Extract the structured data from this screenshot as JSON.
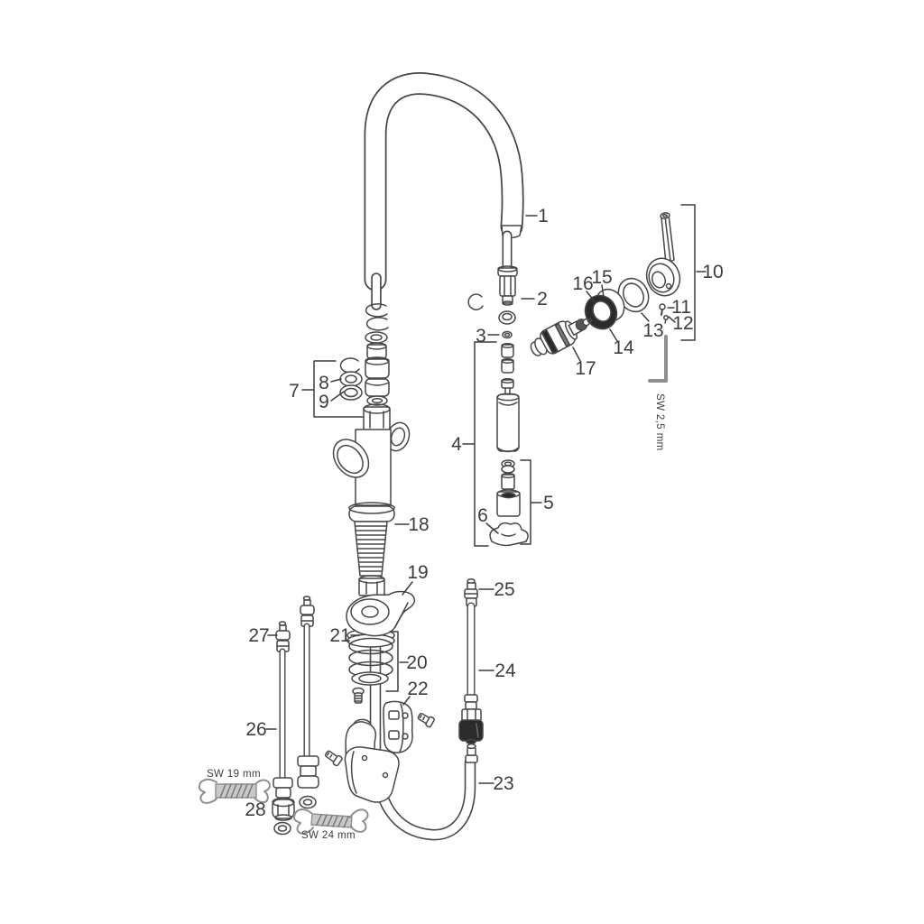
{
  "diagram": {
    "part_labels": {
      "p1": "1",
      "p2": "2",
      "p3": "3",
      "p4": "4",
      "p5": "5",
      "p6": "6",
      "p7": "7",
      "p8": "8",
      "p9": "9",
      "p10": "10",
      "p11": "11",
      "p12": "12",
      "p13": "13",
      "p14": "14",
      "p15": "15",
      "p16": "16",
      "p17": "17",
      "p18": "18",
      "p19": "19",
      "p20": "20",
      "p21": "21",
      "p22": "22",
      "p23": "23",
      "p24": "24",
      "p25": "25",
      "p26": "26",
      "p27": "27",
      "p28": "28"
    },
    "tool_labels": {
      "allen_key": "SW 2,5 mm",
      "wrench_19": "SW 19 mm",
      "wrench_24": "SW 24 mm"
    },
    "colors": {
      "line": "#474747",
      "label": "#3d3d3d",
      "dark_fill": "#2b2b2b",
      "tool": "#8f8f8f"
    }
  }
}
